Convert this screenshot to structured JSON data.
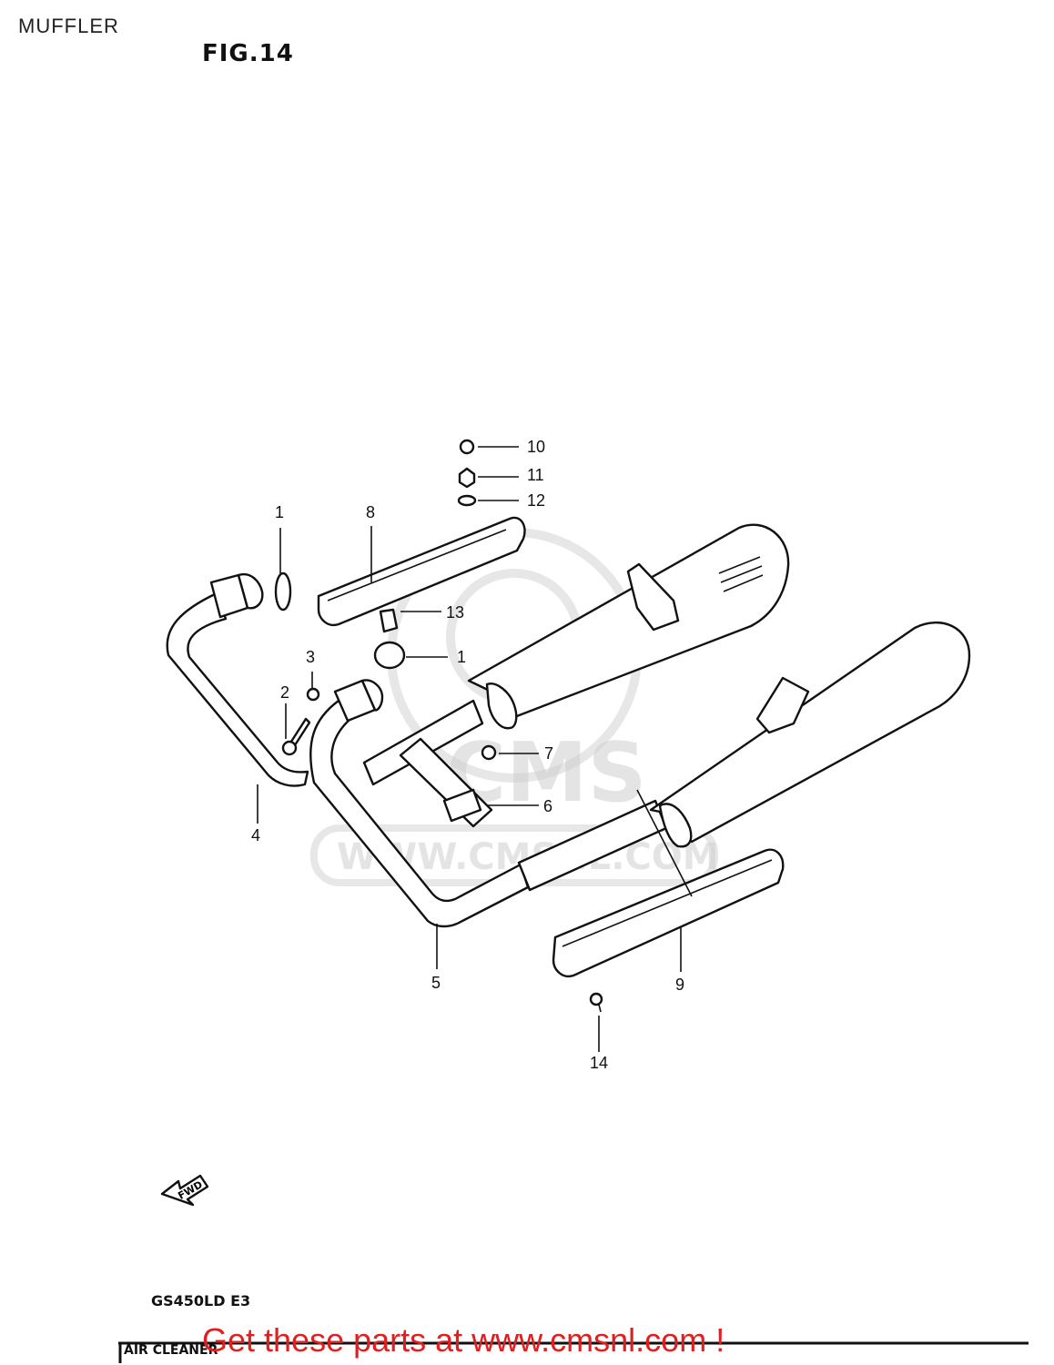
{
  "page_label": "MUFFLER",
  "figure_title": "FIG.14",
  "model_code": "GS450LD E3",
  "bottom_section_label": "AIR CLEANER",
  "promo_text": "Get these parts at www.cmsnl.com !",
  "watermark": {
    "brand": "CMS",
    "url": "WWW.CMSNL.COM"
  },
  "direction_arrow": {
    "label": "FWD"
  },
  "callouts": [
    {
      "id": "c1a",
      "label": "1"
    },
    {
      "id": "c1b",
      "label": "1"
    },
    {
      "id": "c2",
      "label": "2"
    },
    {
      "id": "c3",
      "label": "3"
    },
    {
      "id": "c4",
      "label": "4"
    },
    {
      "id": "c5",
      "label": "5"
    },
    {
      "id": "c6",
      "label": "6"
    },
    {
      "id": "c7",
      "label": "7"
    },
    {
      "id": "c8",
      "label": "8"
    },
    {
      "id": "c9",
      "label": "9"
    },
    {
      "id": "c10",
      "label": "10"
    },
    {
      "id": "c11",
      "label": "11"
    },
    {
      "id": "c12",
      "label": "12"
    },
    {
      "id": "c13",
      "label": "13"
    },
    {
      "id": "c14",
      "label": "14"
    }
  ]
}
